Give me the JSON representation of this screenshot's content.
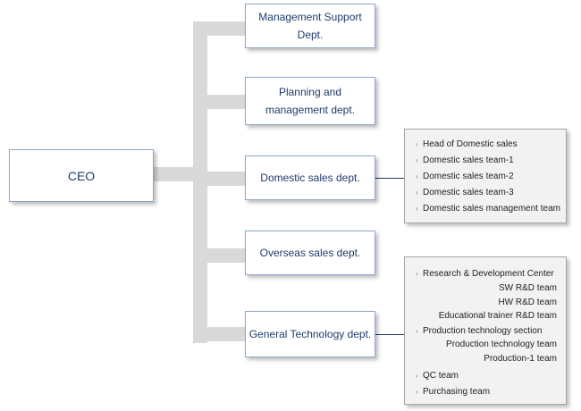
{
  "ceo": {
    "label": "CEO"
  },
  "departments": [
    {
      "label": "Management Support Dept."
    },
    {
      "label": "Planning and\nmanagement dept."
    },
    {
      "label": "Domestic sales dept."
    },
    {
      "label": "Overseas sales dept."
    },
    {
      "label": "General Technology dept."
    }
  ],
  "domestic_details": [
    {
      "text": "Head of Domestic sales",
      "bullet": true
    },
    {
      "text": "Domestic sales team-1",
      "bullet": true
    },
    {
      "text": "Domestic sales team-2",
      "bullet": true
    },
    {
      "text": "Domestic sales team-3",
      "bullet": true
    },
    {
      "text": "Domestic sales management team",
      "bullet": true
    }
  ],
  "technology_details": [
    {
      "text": "Research & Development Center",
      "bullet": true,
      "align": "left"
    },
    {
      "text": "SW R&D team",
      "bullet": false,
      "align": "right"
    },
    {
      "text": "HW R&D team",
      "bullet": false,
      "align": "right"
    },
    {
      "text": "Educational trainer R&D team",
      "bullet": false,
      "align": "right"
    },
    {
      "text": "Production technology section",
      "bullet": true,
      "align": "left"
    },
    {
      "text": "Production technology team",
      "bullet": false,
      "align": "right"
    },
    {
      "text": "Production-1 team",
      "bullet": false,
      "align": "right"
    },
    {
      "text": "QC team",
      "bullet": true,
      "align": "left"
    },
    {
      "text": "Purchasing team",
      "bullet": true,
      "align": "left"
    }
  ],
  "colors": {
    "box_text": "#1f3b6b",
    "box_border": "#8fa6c8",
    "connector": "#d9d9d9",
    "detail_bg": "#f2f2f2"
  }
}
